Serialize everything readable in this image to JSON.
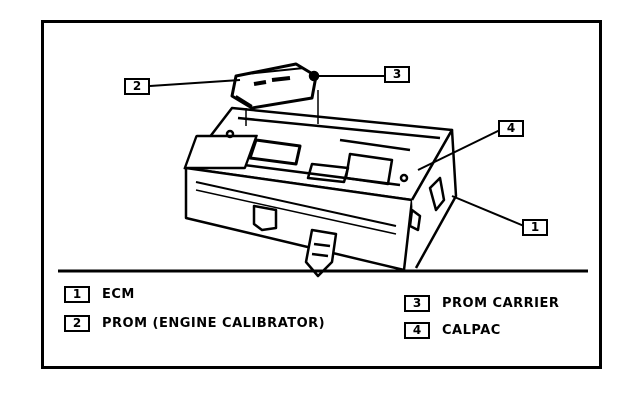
{
  "callouts": [
    {
      "num": "1"
    },
    {
      "num": "2"
    },
    {
      "num": "3"
    },
    {
      "num": "4"
    }
  ],
  "legend": [
    {
      "num": "1",
      "label": "ECM"
    },
    {
      "num": "2",
      "label": "PROM (ENGINE CALIBRATOR)"
    },
    {
      "num": "3",
      "label": "PROM CARRIER"
    },
    {
      "num": "4",
      "label": "CALPAC"
    }
  ]
}
